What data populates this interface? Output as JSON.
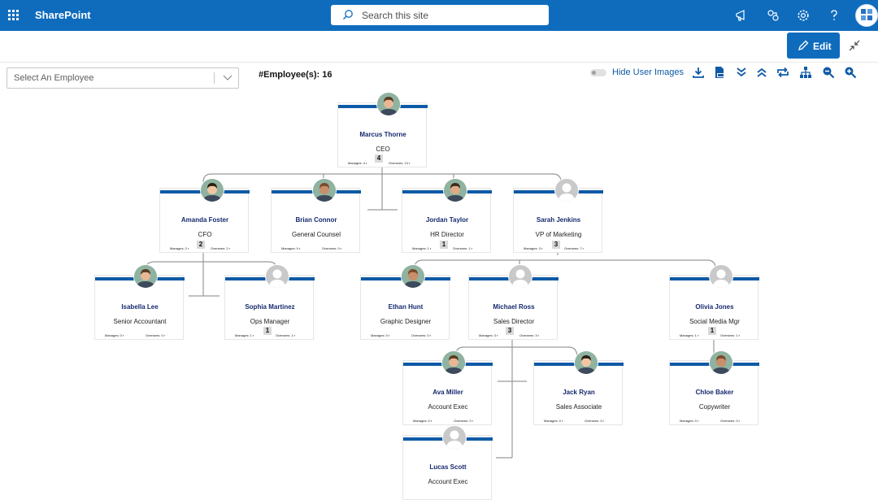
{
  "suite": {
    "app_name": "SharePoint",
    "search_placeholder": "Search this site"
  },
  "command_bar": {
    "edit_label": "Edit"
  },
  "toolbar": {
    "employee_select_placeholder": "Select An Employee",
    "employee_count": "#Employee(s): 16",
    "hide_images_label": "Hide User Images",
    "hide_images_on": false,
    "tools": [
      "download-icon",
      "pdf-icon",
      "expand-all-icon",
      "collapse-all-icon",
      "swap-orientation-icon",
      "org-chart-icon",
      "zoom-out-icon",
      "zoom-in-icon"
    ]
  },
  "colors": {
    "suite_bar": "#0f6cbd",
    "card_accent": "#0d5aa7",
    "name_text": "#152a6e",
    "link_text": "#0f5aa6"
  },
  "chart": {
    "manages_label": "Manages:",
    "oversees_label": "Oversees:",
    "employees": [
      {
        "name": "Marcus Thorne",
        "title": "CEO",
        "manages": "4",
        "oversees": "13",
        "badge": "4",
        "photo": "photo"
      },
      {
        "name": "Amanda Foster",
        "title": "CFO",
        "manages": "2",
        "oversees": "2",
        "badge": "2",
        "photo": "photo"
      },
      {
        "name": "Brian Connor",
        "title": "General Counsel",
        "manages": "0",
        "oversees": "0",
        "badge": "",
        "photo": "photo"
      },
      {
        "name": "Jordan Taylor",
        "title": "HR Director",
        "manages": "1",
        "oversees": "1",
        "badge": "1",
        "photo": "photo"
      },
      {
        "name": "Sarah Jenkins",
        "title": "VP of Marketing",
        "manages": "3",
        "oversees": "7",
        "badge": "3",
        "photo": "placeholder"
      },
      {
        "name": "Isabella Lee",
        "title": "Senior Accountant",
        "manages": "0",
        "oversees": "0",
        "badge": "",
        "photo": "photo"
      },
      {
        "name": "Sophia Martinez",
        "title": "Ops Manager",
        "manages": "1",
        "oversees": "1",
        "badge": "1",
        "photo": "placeholder"
      },
      {
        "name": "Ethan Hunt",
        "title": "Graphic Designer",
        "manages": "0",
        "oversees": "0",
        "badge": "",
        "photo": "photo"
      },
      {
        "name": "Michael Ross",
        "title": "Sales Director",
        "manages": "3",
        "oversees": "3",
        "badge": "3",
        "photo": "placeholder"
      },
      {
        "name": "Olivia Jones",
        "title": "Social Media Mgr",
        "manages": "1",
        "oversees": "1",
        "badge": "1",
        "photo": "placeholder"
      },
      {
        "name": "Ava Miller",
        "title": "Account Exec",
        "manages": "0",
        "oversees": "0",
        "badge": "",
        "photo": "photo"
      },
      {
        "name": "Jack Ryan",
        "title": "Sales Associate",
        "manages": "0",
        "oversees": "0",
        "badge": "",
        "photo": "photo"
      },
      {
        "name": "Chloe Baker",
        "title": "Copywriter",
        "manages": "0",
        "oversees": "0",
        "badge": "",
        "photo": "photo"
      },
      {
        "name": "Lucas Scott",
        "title": "Account Exec",
        "manages": "",
        "oversees": "",
        "badge": "",
        "photo": "placeholder"
      }
    ]
  }
}
